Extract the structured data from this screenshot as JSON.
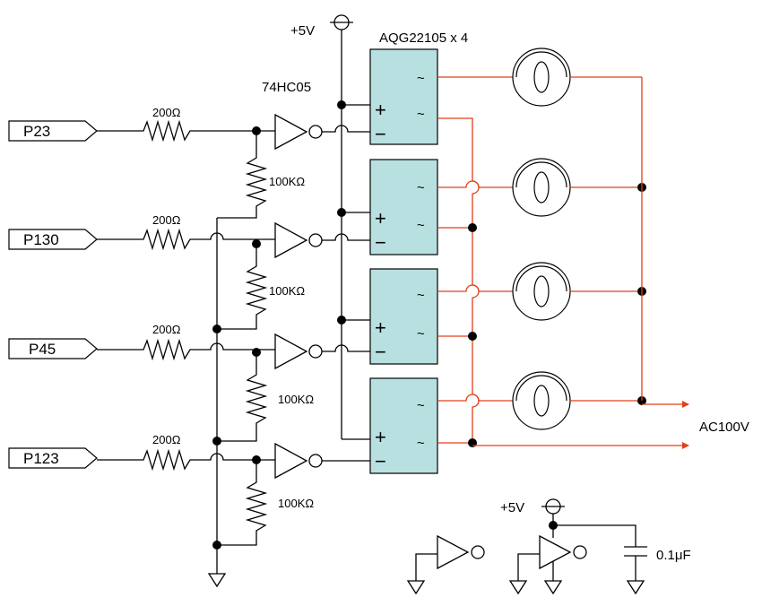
{
  "labels": {
    "vcc_top": "+5V",
    "ssr_part": "AQG22105 x 4",
    "inverter_part": "74HC05",
    "ac_supply": "AC100V",
    "vcc_bottom": "+5V",
    "capacitor": "0.1μF"
  },
  "inputs": [
    {
      "name": "P23",
      "series_resistor": "200Ω",
      "pulldown_resistor": "100KΩ"
    },
    {
      "name": "P130",
      "series_resistor": "200Ω",
      "pulldown_resistor": "100KΩ"
    },
    {
      "name": "P45",
      "series_resistor": "200Ω",
      "pulldown_resistor": "100KΩ"
    },
    {
      "name": "P123",
      "series_resistor": "200Ω",
      "pulldown_resistor": "100KΩ"
    }
  ],
  "ssr": {
    "plus": "+",
    "minus": "−",
    "ac": "~"
  },
  "colors": {
    "ac_wire": "#e0401a",
    "ssr_fill": "#b9e0e0",
    "wire": "#000000"
  }
}
